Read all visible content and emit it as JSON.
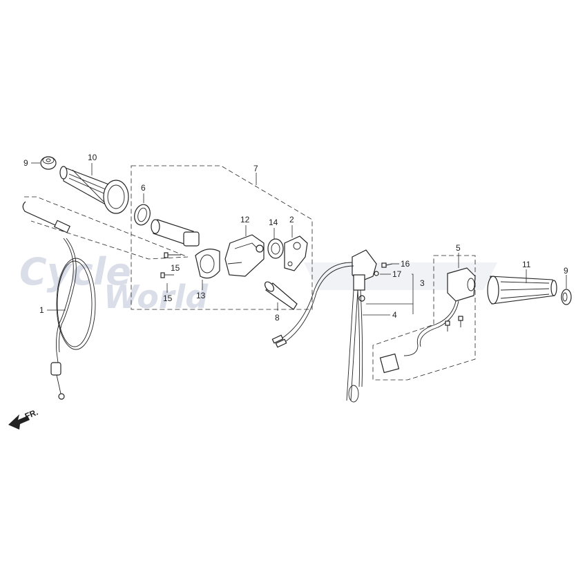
{
  "callouts": {
    "c1": "1",
    "c2": "2",
    "c3": "3",
    "c4": "4",
    "c5": "5",
    "c6": "6",
    "c7": "7",
    "c8": "8",
    "c9a": "9",
    "c9b": "9",
    "c10": "10",
    "c11": "11",
    "c12": "12",
    "c13": "13",
    "c14": "14",
    "c15a": "15",
    "c15b": "15",
    "c16": "16",
    "c17": "17"
  },
  "front_indicator": "FR.",
  "watermark": {
    "line1": "Cycle",
    "line2": "World"
  }
}
